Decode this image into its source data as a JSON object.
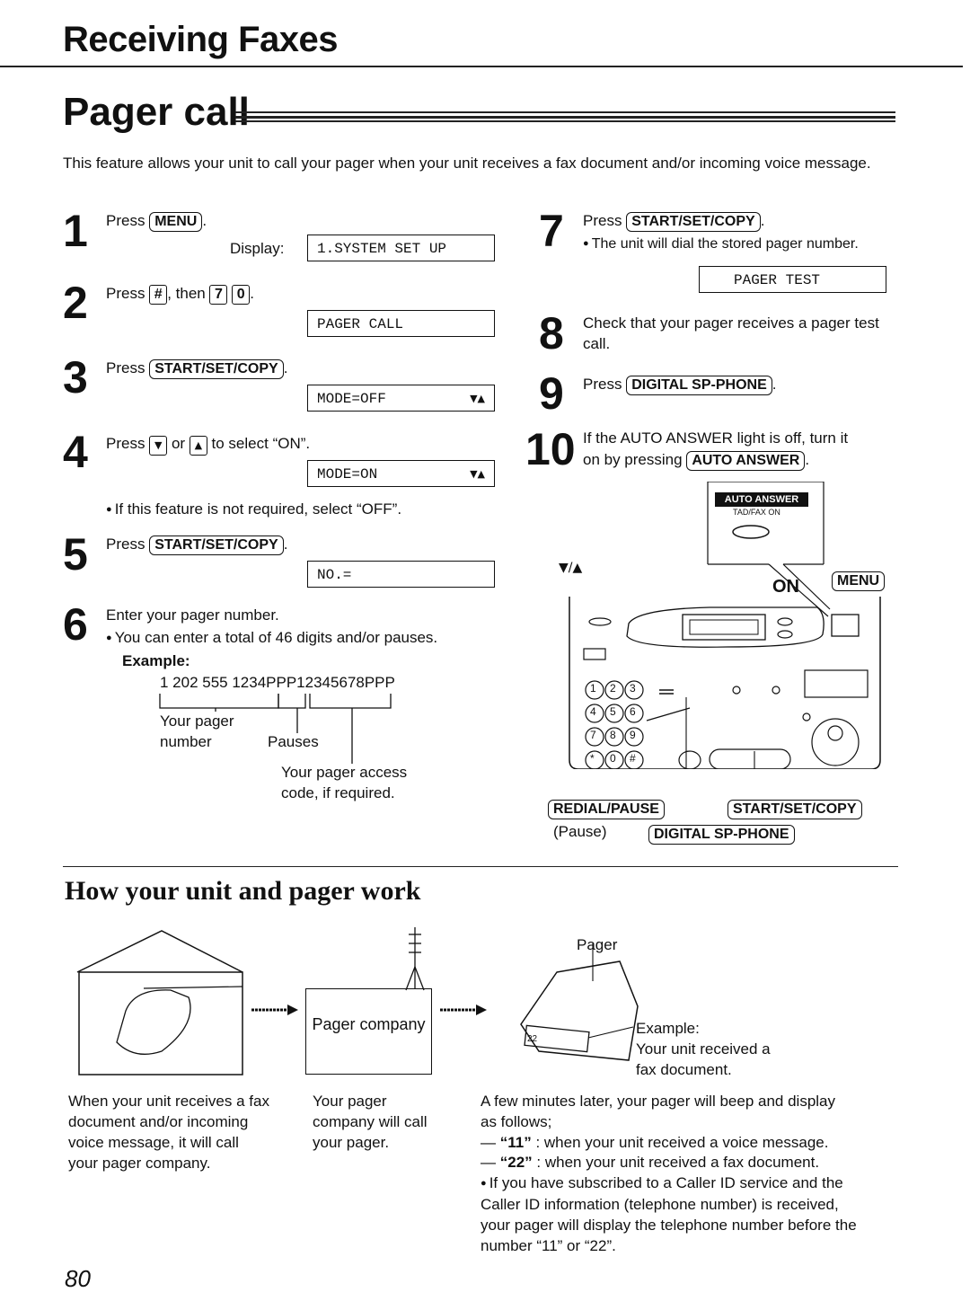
{
  "section_title": "Receiving Faxes",
  "page_title": "Pager call",
  "intro": "This feature allows your unit to call your pager when your unit receives a fax document and/or incoming voice message.",
  "steps": {
    "s1": {
      "num": "1",
      "press": "Press",
      "key": "MENU",
      "display_label": "Display:",
      "lcd": "1.SYSTEM SET UP"
    },
    "s2": {
      "num": "2",
      "press": "Press",
      "key_a": "#",
      "then": ", then",
      "key_b": "7",
      "key_c": "0",
      "lcd": "PAGER CALL"
    },
    "s3": {
      "num": "3",
      "press": "Press",
      "key": "START/SET/COPY",
      "lcd": "MODE=OFF",
      "arrows": "▼▲"
    },
    "s4": {
      "num": "4",
      "press": "Press",
      "key_down": "▼",
      "or": "or",
      "key_up": "▲",
      "rest": "to select “ON”.",
      "lcd": "MODE=ON",
      "arrows": "▼▲",
      "note": "If this feature is not required, select “OFF”."
    },
    "s5": {
      "num": "5",
      "press": "Press",
      "key": "START/SET/COPY",
      "lcd": "NO.="
    },
    "s6": {
      "num": "6",
      "text": "Enter your pager number.",
      "note": "You can enter a total of 46 digits and/or pauses.",
      "example_label": "Example:",
      "example": "1 202 555 1234PPP12345678PPP",
      "ann_number": "Your pager number",
      "ann_pauses": "Pauses",
      "ann_access": "Your pager access code, if required."
    },
    "s7": {
      "num": "7",
      "press": "Press",
      "key": "START/SET/COPY",
      "note": "The unit will dial the stored pager number.",
      "lcd": "PAGER TEST"
    },
    "s8": {
      "num": "8",
      "text": "Check that your pager receives a pager test call."
    },
    "s9": {
      "num": "9",
      "press": "Press",
      "key": "DIGITAL SP-PHONE"
    },
    "s10": {
      "num": "10",
      "text_a": "If the AUTO ANSWER light is off, turn it",
      "text_b": "on by pressing",
      "key": "AUTO ANSWER"
    }
  },
  "panel": {
    "auto_answer": "AUTO ANSWER",
    "tad_fax_on": "TAD/FAX ON",
    "on_label": "ON",
    "arrows_label": "▼/▲",
    "menu": "MENU",
    "redial": "REDIAL/PAUSE",
    "pause": "(Pause)",
    "start": "START/SET/COPY",
    "digital": "DIGITAL SP-PHONE",
    "keys": [
      "1",
      "2",
      "3",
      "4",
      "5",
      "6",
      "7",
      "8",
      "9",
      "*",
      "0",
      "#"
    ]
  },
  "how": {
    "title": "How your unit and pager work",
    "company": "Pager company",
    "pager_label": "Pager",
    "example_label": "Example:",
    "example_text": "Your unit received a fax document.",
    "pager_screen": "22",
    "col1": "When your unit receives a fax document and/or incoming voice message, it will call your pager company.",
    "col2": "Your pager company will call your pager.",
    "col3_intro": "A few minutes later, your pager will beep and display as follows;",
    "col3_code11": "“11”",
    "col3_text11": ": when your unit received a voice message.",
    "col3_code22": "“22”",
    "col3_text22": ": when your unit received a fax document.",
    "col3_bullet": "If you have subscribed to a Caller ID service and the Caller ID information (telephone number) is received, your pager will display the telephone number before the number “11” or “22”."
  },
  "page_number": "80"
}
